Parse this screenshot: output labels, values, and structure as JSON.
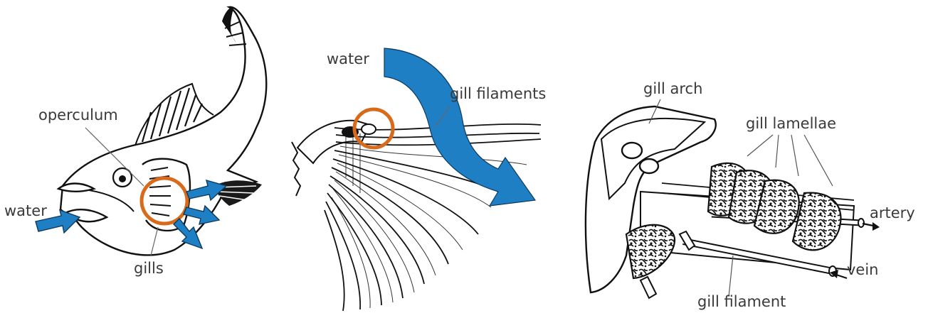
{
  "colors": {
    "water_arrow": "#1f7fc4",
    "highlight_ring": "#d86a1c",
    "line_art": "#111111",
    "label_text": "#3a3a3a"
  },
  "panel_fish": {
    "labels": {
      "water": "water",
      "operculum": "operculum",
      "gills": "gills"
    }
  },
  "panel_filaments": {
    "labels": {
      "water": "water",
      "gill_filaments": "gill filaments"
    }
  },
  "panel_lamellae": {
    "labels": {
      "gill_arch": "gill arch",
      "gill_lamellae": "gill lamellae",
      "artery": "artery",
      "vein": "vein",
      "gill_filament": "gill filament"
    }
  }
}
